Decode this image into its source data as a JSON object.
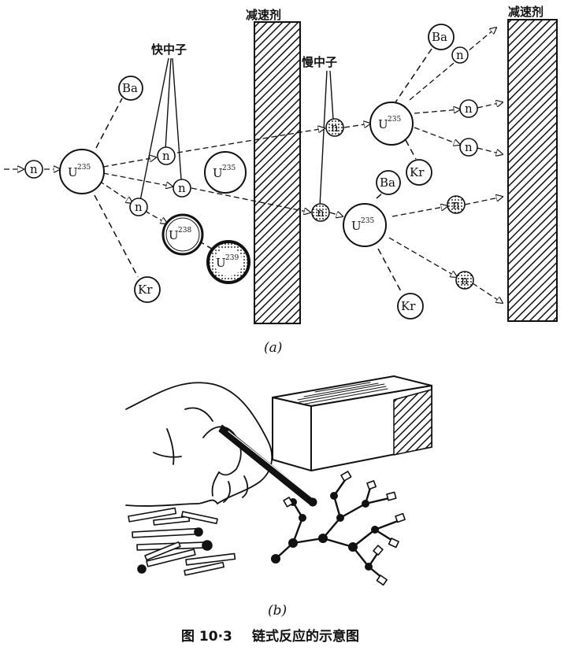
{
  "panel_a": {
    "caption": "(a)",
    "labels": {
      "fast_neutrons": "快中子",
      "slow_neutrons": "慢中子",
      "moderator": "减速剂"
    },
    "symbols": {
      "neutron": "n",
      "uranium": "U",
      "u235_mass": "235",
      "u238_mass": "238",
      "u239_mass": "239",
      "barium": "Ba",
      "krypton": "Kr"
    }
  },
  "panel_b": {
    "caption": "(b)"
  },
  "figure": {
    "number": "图 10·3",
    "title": "链式反应的示意图"
  }
}
